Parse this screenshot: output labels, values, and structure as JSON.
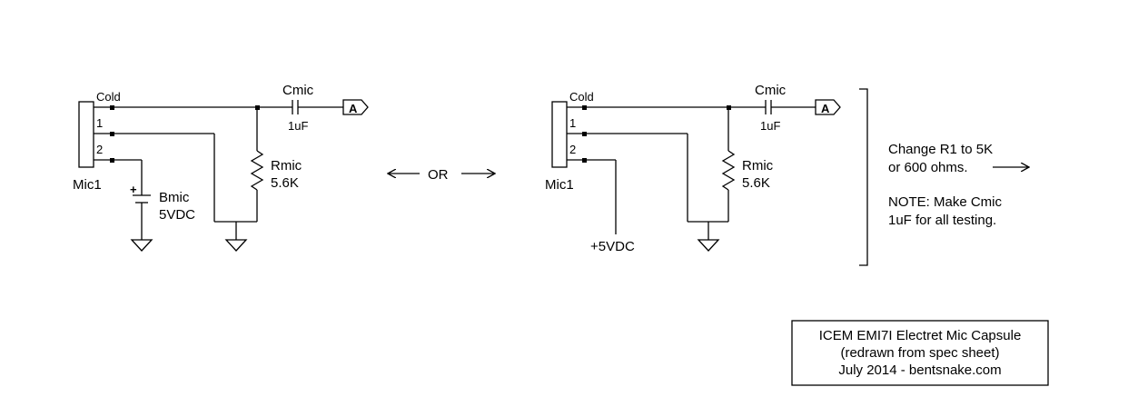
{
  "left_circuit": {
    "pin_cold": "Cold",
    "pin_1": "1",
    "pin_2": "2",
    "mic_ref": "Mic1",
    "cap_ref": "Cmic",
    "cap_value": "1uF",
    "output_flag": "A",
    "res_ref": "Rmic",
    "res_value": "5.6K",
    "battery_plus": "+",
    "battery_ref": "Bmic",
    "battery_value": "5VDC"
  },
  "separator": {
    "label": "OR"
  },
  "right_circuit": {
    "pin_cold": "Cold",
    "pin_1": "1",
    "pin_2": "2",
    "mic_ref": "Mic1",
    "cap_ref": "Cmic",
    "cap_value": "1uF",
    "output_flag": "A",
    "res_ref": "Rmic",
    "res_value": "5.6K",
    "supply_label": "+5VDC"
  },
  "notes": {
    "line1": "Change R1 to 5K",
    "line2": "or 600 ohms.",
    "line3": "NOTE: Make Cmic",
    "line4": "1uF for all testing."
  },
  "title_block": {
    "line1": "ICEM EMI7I Electret Mic Capsule",
    "line2": "(redrawn from spec sheet)",
    "line3": "July 2014 - bentsnake.com"
  }
}
